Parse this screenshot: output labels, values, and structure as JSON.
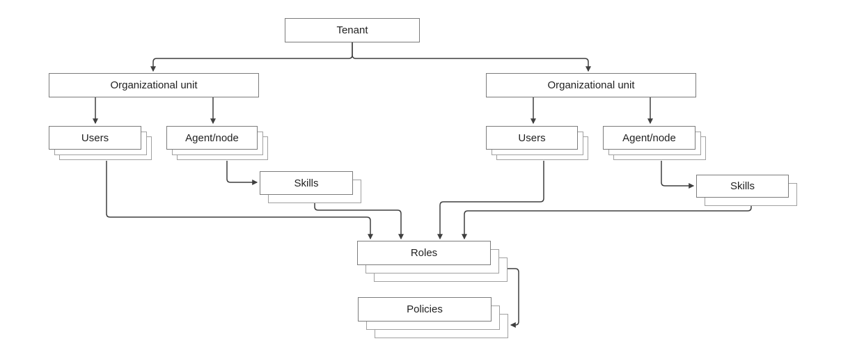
{
  "diagram": {
    "background": "#ffffff",
    "labels": {
      "tenant": "Tenant",
      "ou_left": "Organizational unit",
      "ou_right": "Organizational unit",
      "users_left": "Users",
      "agent_left": "Agent/node",
      "skills_left": "Skills",
      "users_right": "Users",
      "agent_right": "Agent/node",
      "skills_right": "Skills",
      "roles": "Roles",
      "policies": "Policies"
    },
    "stacked_nodes": [
      "users_left",
      "agent_left",
      "skills_left",
      "users_right",
      "agent_right",
      "skills_right",
      "roles",
      "policies"
    ],
    "edges": [
      {
        "from": "tenant",
        "to": "ou_left"
      },
      {
        "from": "tenant",
        "to": "ou_right"
      },
      {
        "from": "ou_left",
        "to": "users_left"
      },
      {
        "from": "ou_left",
        "to": "agent_left"
      },
      {
        "from": "agent_left",
        "to": "skills_left"
      },
      {
        "from": "ou_right",
        "to": "users_right"
      },
      {
        "from": "ou_right",
        "to": "agent_right"
      },
      {
        "from": "agent_right",
        "to": "skills_right"
      },
      {
        "from": "users_left",
        "to": "roles"
      },
      {
        "from": "skills_left",
        "to": "roles"
      },
      {
        "from": "users_right",
        "to": "roles"
      },
      {
        "from": "skills_right",
        "to": "roles"
      },
      {
        "from": "roles",
        "to": "policies"
      }
    ],
    "colors": {
      "box_border": "#7b7b7b",
      "shadow_border": "#a0a0a0",
      "line": "#3f3f3f",
      "text": "#1f1f1f"
    }
  }
}
